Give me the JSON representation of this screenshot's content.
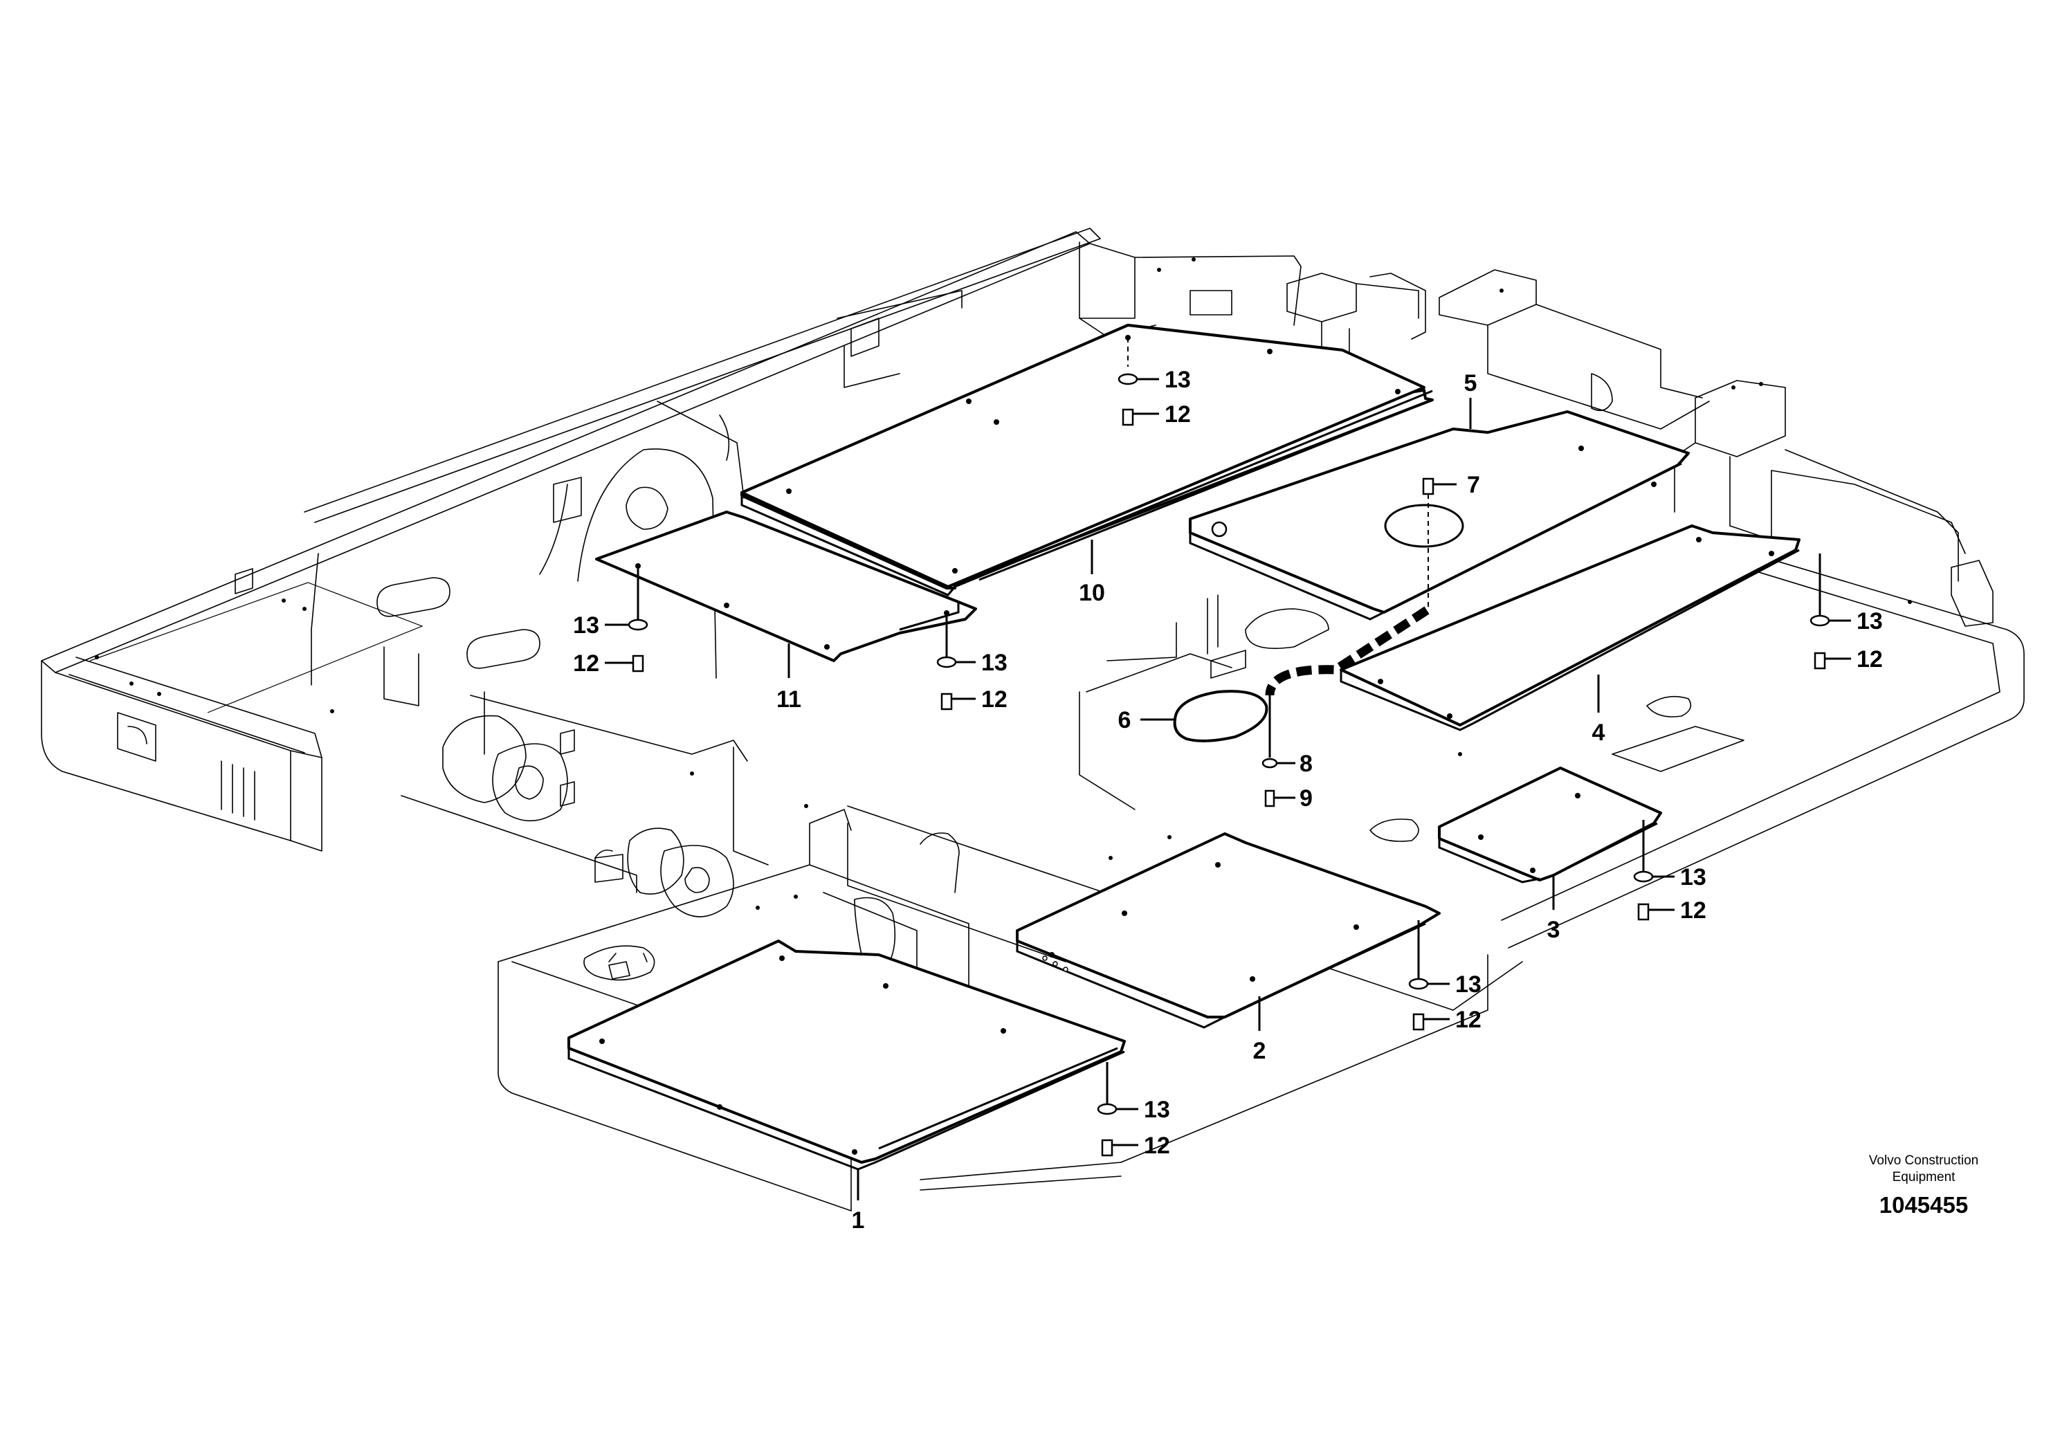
{
  "callouts": {
    "c1": "1",
    "c2": "2",
    "c3": "3",
    "c4": "4",
    "c5": "5",
    "c6": "6",
    "c7": "7",
    "c8": "8",
    "c9": "9",
    "c10": "10",
    "c11": "11",
    "c12": "12",
    "c13": "13"
  },
  "footer": {
    "brand_line1": "Volvo Construction",
    "brand_line2": "Equipment",
    "drawing_number": "1045455"
  }
}
